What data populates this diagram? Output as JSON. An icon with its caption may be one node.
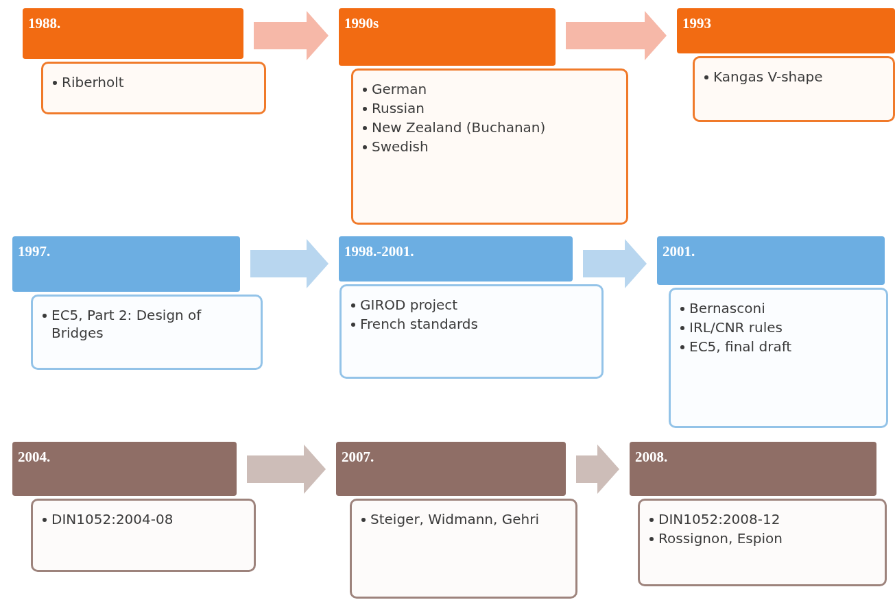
{
  "diagram": {
    "nodes": [
      {
        "text": [
          "1988."
        ]
      },
      {
        "text": [
          "Riberholt"
        ]
      },
      {
        "text": [
          "1990s"
        ]
      },
      {
        "text": [
          "German",
          "Russian",
          "New Zealand (Buchanan)",
          "Swedish"
        ]
      },
      {
        "text": [
          "1993"
        ]
      },
      {
        "text": [
          "Kangas V-shape"
        ]
      },
      {
        "text": [
          "1997."
        ]
      },
      {
        "text": [
          "EC5, Part 2: Design of Bridges"
        ]
      },
      {
        "text": [
          "1998.-2001."
        ]
      },
      {
        "text": [
          "GIROD project",
          "French standards"
        ]
      },
      {
        "text": [
          "2001."
        ]
      },
      {
        "text": [
          "Bernasconi",
          "IRL/CNR rules",
          "EC5, final draft"
        ]
      },
      {
        "text": [
          "2004."
        ]
      },
      {
        "text": [
          "DIN1052:2004-08"
        ]
      },
      {
        "text": [
          "2007."
        ]
      },
      {
        "text": [
          "Steiger, Widmann, Gehri"
        ]
      },
      {
        "text": [
          "2008."
        ]
      },
      {
        "text": [
          "DIN1052:2008-12",
          "Rossignon, Espion"
        ]
      }
    ],
    "edges": [
      {
        "from": 0,
        "to": 2,
        "arrow": "to",
        "style": "thick",
        "color": "#f6b8a8"
      },
      {
        "from": 2,
        "to": 4,
        "arrow": "to",
        "style": "thick",
        "color": "#f6b8a8"
      },
      {
        "from": 6,
        "to": 8,
        "arrow": "to",
        "style": "thick",
        "color": "#b8d6ef"
      },
      {
        "from": 8,
        "to": 10,
        "arrow": "to",
        "style": "thick",
        "color": "#b8d6ef"
      },
      {
        "from": 12,
        "to": 14,
        "arrow": "to",
        "style": "thick",
        "color": "#cdbdb8"
      },
      {
        "from": 14,
        "to": 16,
        "arrow": "to",
        "style": "thick",
        "color": "#cdbdb8"
      }
    ]
  }
}
